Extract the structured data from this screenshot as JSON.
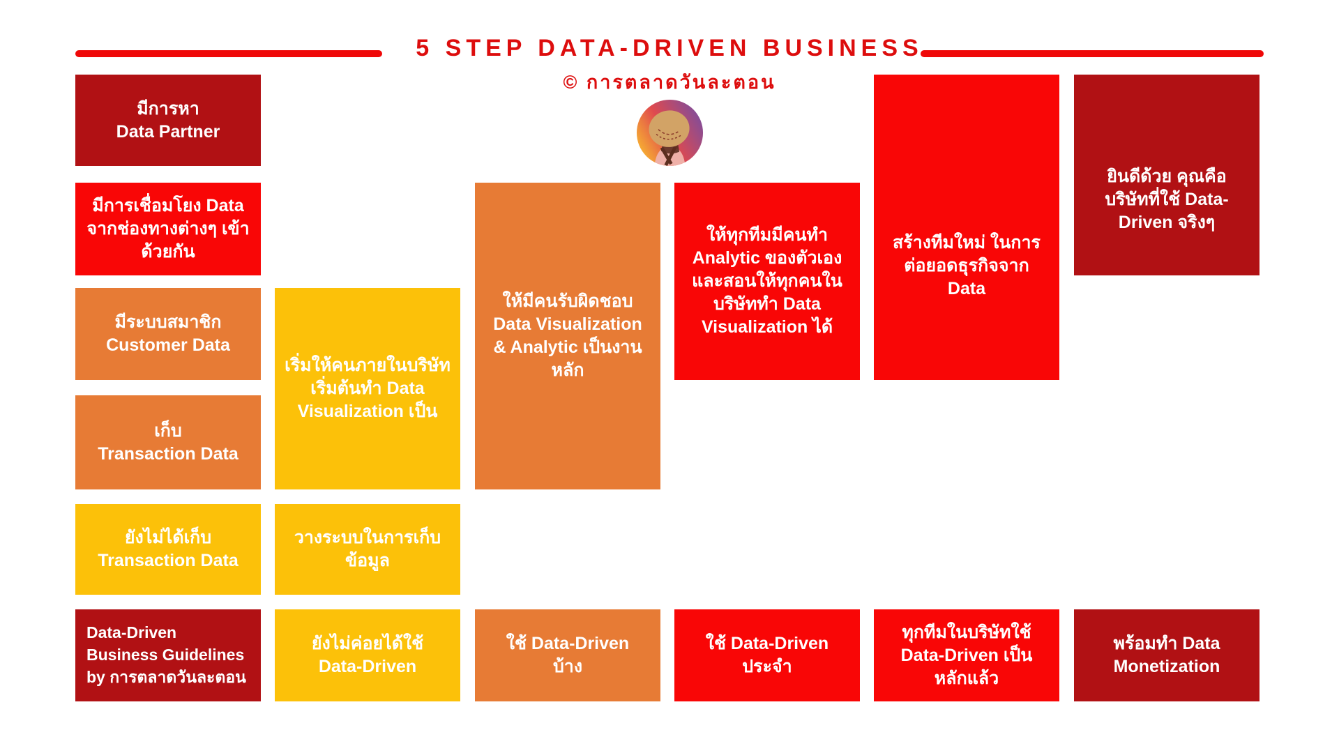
{
  "title": {
    "line1": "5 STEP DATA-DRIVEN BUSINESS",
    "line2": "© การตลาดวันละตอน"
  },
  "colors": {
    "title_red": "#DD0D0D",
    "rule_red": "#EF0808",
    "darkred": "#B11114",
    "red": "#F90606",
    "orange": "#E77B35",
    "yellow": "#FCC109",
    "text_white": "#FFFFFF"
  },
  "avatar": {
    "icon": "person-with-hat-avatar",
    "gradient": [
      "#F9B92F",
      "#E04A4E",
      "#7C4D9E"
    ],
    "hat_color": "#D2A366",
    "shirt_color": "#EFB0A8",
    "strap_color": "#5C2E1F"
  },
  "boxes": [
    {
      "column": 1,
      "row": 1,
      "rowspan": 1,
      "color": "darkred",
      "text": "มีการหา\nData Partner"
    },
    {
      "column": 1,
      "row": 2,
      "rowspan": 1,
      "color": "red",
      "text": "มีการเชื่อมโยง Data\nจากช่องทางต่างๆ เข้า\nด้วยกัน"
    },
    {
      "column": 1,
      "row": 3,
      "rowspan": 1,
      "color": "orange",
      "text": "มีระบบสมาชิก\nCustomer Data"
    },
    {
      "column": 1,
      "row": 4,
      "rowspan": 1,
      "color": "orange",
      "text": "เก็บ\nTransaction Data"
    },
    {
      "column": 1,
      "row": 5,
      "rowspan": 1,
      "color": "yellow",
      "text": "ยังไม่ได้เก็บ\nTransaction Data"
    },
    {
      "column": 1,
      "row": 6,
      "rowspan": 1,
      "color": "darkred",
      "align": "left",
      "text": "Data-Driven\nBusiness Guidelines\nby การตลาดวันละตอน"
    },
    {
      "column": 2,
      "row": 3,
      "rowspan": 2,
      "color": "yellow",
      "text": "เริ่มให้คนภายในบริษัท\nเริ่มต้นทำ Data\nVisualization เป็น"
    },
    {
      "column": 2,
      "row": 5,
      "rowspan": 1,
      "color": "yellow",
      "text": "วางระบบในการเก็บ\nข้อมูล"
    },
    {
      "column": 2,
      "row": 6,
      "rowspan": 1,
      "color": "yellow",
      "text": "ยังไม่ค่อยได้ใช้\nData-Driven"
    },
    {
      "column": 3,
      "row": 2,
      "rowspan": 3,
      "color": "orange",
      "text": "ให้มีคนรับผิดชอบ\nData Visualization\n& Analytic เป็นงาน\nหลัก"
    },
    {
      "column": 3,
      "row": 6,
      "rowspan": 1,
      "color": "orange",
      "text": "ใช้ Data-Driven\nบ้าง"
    },
    {
      "column": 4,
      "row": 2,
      "rowspan": 2,
      "color": "red",
      "text": "ให้ทุกทีมมีคนทำ\nAnalytic ของตัวเอง\nและสอนให้ทุกคนใน\nบริษัททำ Data\nVisualization ได้"
    },
    {
      "column": 4,
      "row": 6,
      "rowspan": 1,
      "color": "red",
      "text": "ใช้ Data-Driven\nประจำ"
    },
    {
      "column": 5,
      "row": 1,
      "rowspan": 3,
      "color": "red",
      "valign": "low",
      "text": "สร้างทีมใหม่ ในการ\nต่อยอดธุรกิจจาก\nData"
    },
    {
      "column": 5,
      "row": 6,
      "rowspan": 1,
      "color": "red",
      "text": "ทุกทีมในบริษัทใช้\nData-Driven เป็น\nหลักแล้ว"
    },
    {
      "column": 6,
      "row": 1,
      "rowspan": 2,
      "color": "darkred",
      "valign": "lowish",
      "text": "ยินดีด้วย คุณคือ\nบริษัทที่ใช้ Data-\nDriven จริงๆ"
    },
    {
      "column": 6,
      "row": 6,
      "rowspan": 1,
      "color": "darkred",
      "text": "พร้อมทำ Data\nMonetization"
    }
  ]
}
